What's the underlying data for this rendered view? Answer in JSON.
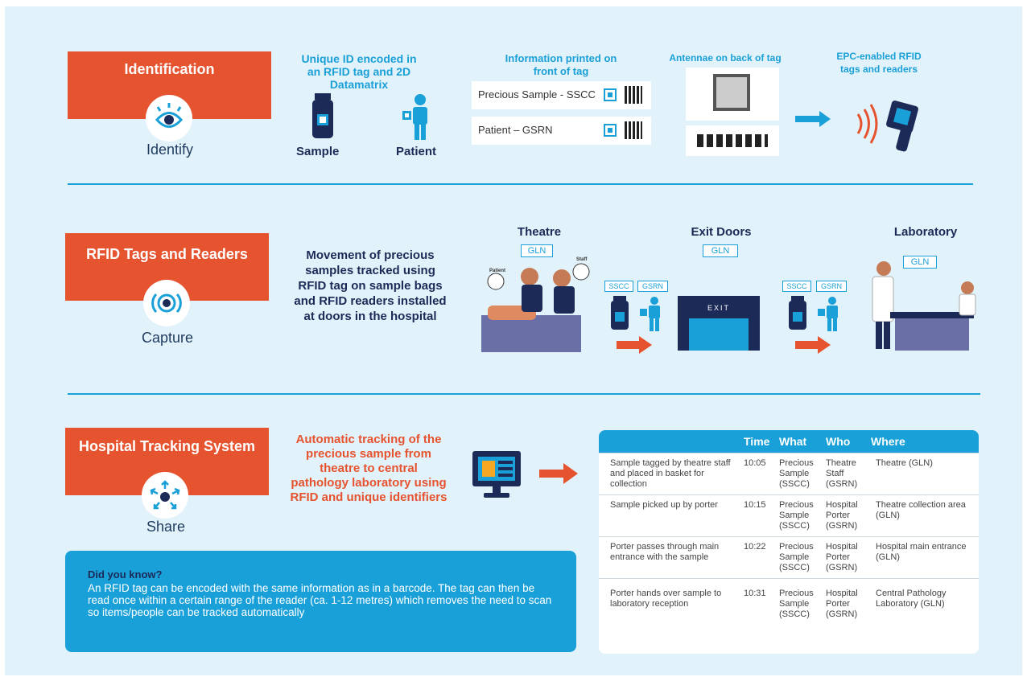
{
  "colors": {
    "accent_orange": "#e6532f",
    "accent_blue": "#1aa0d8",
    "navy": "#1c2a57",
    "background": "#e2f2fa"
  },
  "row1": {
    "banner": "Identification",
    "icon": "eye-icon",
    "caption": "Identify",
    "unique_title": "Unique ID encoded in an RFID tag and 2D Datamatrix",
    "sample_label": "Sample",
    "patient_label": "Patient",
    "info_title": "Information printed on front of tag",
    "tag1": "Precious Sample - SSCC",
    "tag2": "Patient – GSRN",
    "antennae_title": "Antennae on back of tag",
    "epc_title": "EPC-enabled RFID tags and readers"
  },
  "row2": {
    "banner": "RFID Tags and Readers",
    "icon": "target-icon",
    "caption": "Capture",
    "description": "Movement of precious samples tracked using RFID tag on sample bags and RFID readers installed at doors in the hospital",
    "theatre": "Theatre",
    "exit_doors": "Exit Doors",
    "laboratory": "Laboratory",
    "gln": "GLN",
    "sscc": "SSCC",
    "gsrn": "GSRN",
    "patient_small": "Patient",
    "staff_small": "Staff",
    "exit_sign": "EXIT"
  },
  "row3": {
    "banner": "Hospital Tracking System",
    "icon": "share-icon",
    "caption": "Share",
    "description": "Automatic tracking of the precious sample from theatre to central pathology laboratory using RFID and unique identifiers"
  },
  "did_you_know": {
    "title": "Did you know?",
    "body": "An RFID tag can be encoded with the same information as in a barcode. The tag can then be read once within a certain range of the reader (ca. 1-12 metres) which removes the need to scan so items/people can be tracked automatically"
  },
  "table": {
    "headers": [
      "",
      "Time",
      "What",
      "Who",
      "Where"
    ],
    "rows": [
      {
        "desc": "Sample tagged by theatre staff and placed in basket for collection",
        "time": "10:05",
        "what": "Precious Sample (SSCC)",
        "who": "Theatre Staff (GSRN)",
        "where": "Theatre (GLN)"
      },
      {
        "desc": "Sample picked up by porter",
        "time": "10:15",
        "what": "Precious Sample (SSCC)",
        "who": "Hospital Porter (GSRN)",
        "where": "Theatre collection area (GLN)"
      },
      {
        "desc": "Porter passes through main entrance with the sample",
        "time": "10:22",
        "what": "Precious Sample (SSCC)",
        "who": "Hospital Porter (GSRN)",
        "where": "Hospital main entrance (GLN)"
      },
      {
        "desc": "Porter hands over sample to laboratory reception",
        "time": "10:31",
        "what": "Precious Sample (SSCC)",
        "who": "Hospital Porter (GSRN)",
        "where": "Central Pathology Laboratory (GLN)"
      }
    ]
  }
}
